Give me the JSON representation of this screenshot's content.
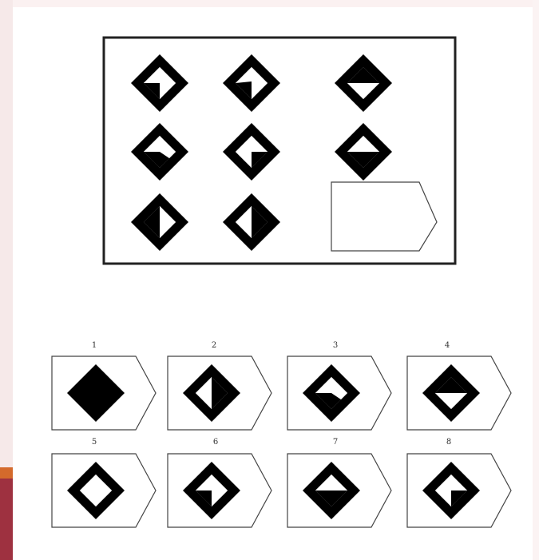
{
  "colors": {
    "ink": "#000000",
    "paper": "#ffffff",
    "frame": "#222222",
    "accent_orange": "#d46a2c",
    "accent_red": "#9e3140"
  },
  "matrix": {
    "cells": [
      {
        "row": 1,
        "col": 1,
        "pattern": "diamond-notch-bottom-left"
      },
      {
        "row": 1,
        "col": 2,
        "pattern": "diamond-notch-left-bottom"
      },
      {
        "row": 1,
        "col": 3,
        "pattern": "diamond-top-filled-inner-triangle-down"
      },
      {
        "row": 2,
        "col": 1,
        "pattern": "diamond-notch-right-lower"
      },
      {
        "row": 2,
        "col": 2,
        "pattern": "diamond-notch-right-upper"
      },
      {
        "row": 2,
        "col": 3,
        "pattern": "diamond-bottom-filled"
      },
      {
        "row": 3,
        "col": 1,
        "pattern": "diamond-left-filled-inner-triangle-right"
      },
      {
        "row": 3,
        "col": 2,
        "pattern": "diamond-right-filled-inner-triangle-left"
      },
      {
        "row": 3,
        "col": 3,
        "pattern": "empty-answer-slot"
      }
    ]
  },
  "options": [
    {
      "label": "1",
      "pattern": "diamond-solid"
    },
    {
      "label": "2",
      "pattern": "diamond-right-filled-inner-triangle-left"
    },
    {
      "label": "3",
      "pattern": "diamond-notch-right-lower"
    },
    {
      "label": "4",
      "pattern": "diamond-top-filled-inner-triangle-down"
    },
    {
      "label": "5",
      "pattern": "diamond-outline"
    },
    {
      "label": "6",
      "pattern": "diamond-notch-bottom-left"
    },
    {
      "label": "7",
      "pattern": "diamond-bottom-filled"
    },
    {
      "label": "8",
      "pattern": "diamond-notch-right-upper"
    }
  ]
}
